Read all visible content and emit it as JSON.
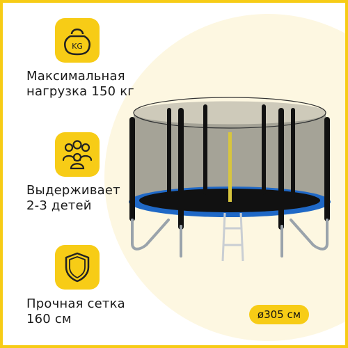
{
  "features": [
    {
      "icon": "kettlebell-icon",
      "icon_text": "KG",
      "label_line1": "Максимальная",
      "label_line2": "нагрузка 150 кг"
    },
    {
      "icon": "people-group-icon",
      "label_line1": "Выдерживает",
      "label_line2": "2-3 детей"
    },
    {
      "icon": "shield-icon",
      "label_line1": "Прочная сетка",
      "label_line2": "160 см"
    }
  ],
  "diameter_badge": "ø305 см",
  "colors": {
    "accent": "#f7cc16",
    "background": "#ffffff",
    "circle": "#fdf7e1",
    "text": "#1a1a1a"
  }
}
